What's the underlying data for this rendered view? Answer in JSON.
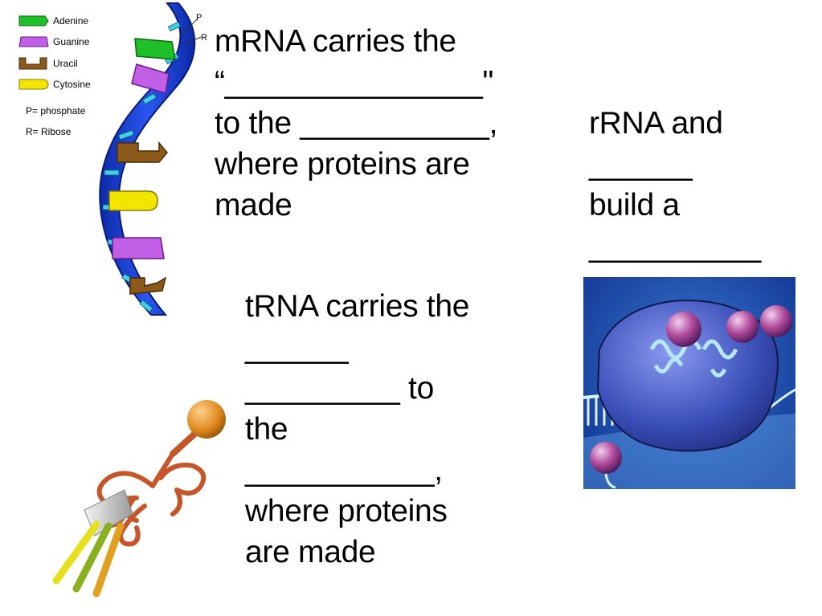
{
  "legend": {
    "items": [
      {
        "label": "Adenine",
        "color": "#1fbf2a"
      },
      {
        "label": "Guanine",
        "color": "#c05ee6"
      },
      {
        "label": "Uracil",
        "color": "#8b5a1a"
      },
      {
        "label": "Cytosine",
        "color": "#f2e600"
      }
    ],
    "notes": [
      "P= phosphate",
      "R= Ribose"
    ],
    "strand_labels": [
      "P",
      "R"
    ]
  },
  "mrna_text": [
    "mRNA carries the",
    "“_______________\"",
    "to the ___________,",
    "where proteins are",
    "made"
  ],
  "rrna_text": [
    "rRNA and",
    "______",
    "build a",
    "__________"
  ],
  "trna_text": [
    "tRNA carries the",
    "______",
    "_________ to",
    "the",
    "___________,",
    "where proteins",
    "are made"
  ],
  "colors": {
    "backbone": "#1a3fd6",
    "backbone_edge": "#0a1a7a",
    "rung": "#3fd0e8",
    "trna_body": "#c4562a",
    "trna_ball": "#e08a1e",
    "ribosome": "#3a4fb8"
  }
}
